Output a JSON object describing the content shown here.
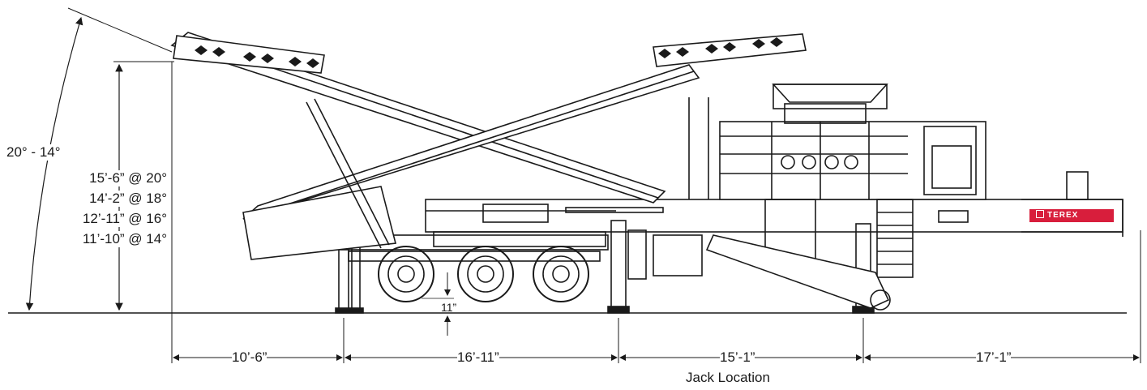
{
  "angle_range": "20° - 14°",
  "heights": [
    "15’-6” @ 20°",
    "14’-2” @ 18°",
    "12’-11” @ 16°",
    "11’-10” @ 14°"
  ],
  "clearance": "11”",
  "dimensions": [
    "10’-6”",
    "16’-11”",
    "15’-1”",
    "17’-1”"
  ],
  "jack_label": "Jack Location",
  "brand": "TEREX"
}
